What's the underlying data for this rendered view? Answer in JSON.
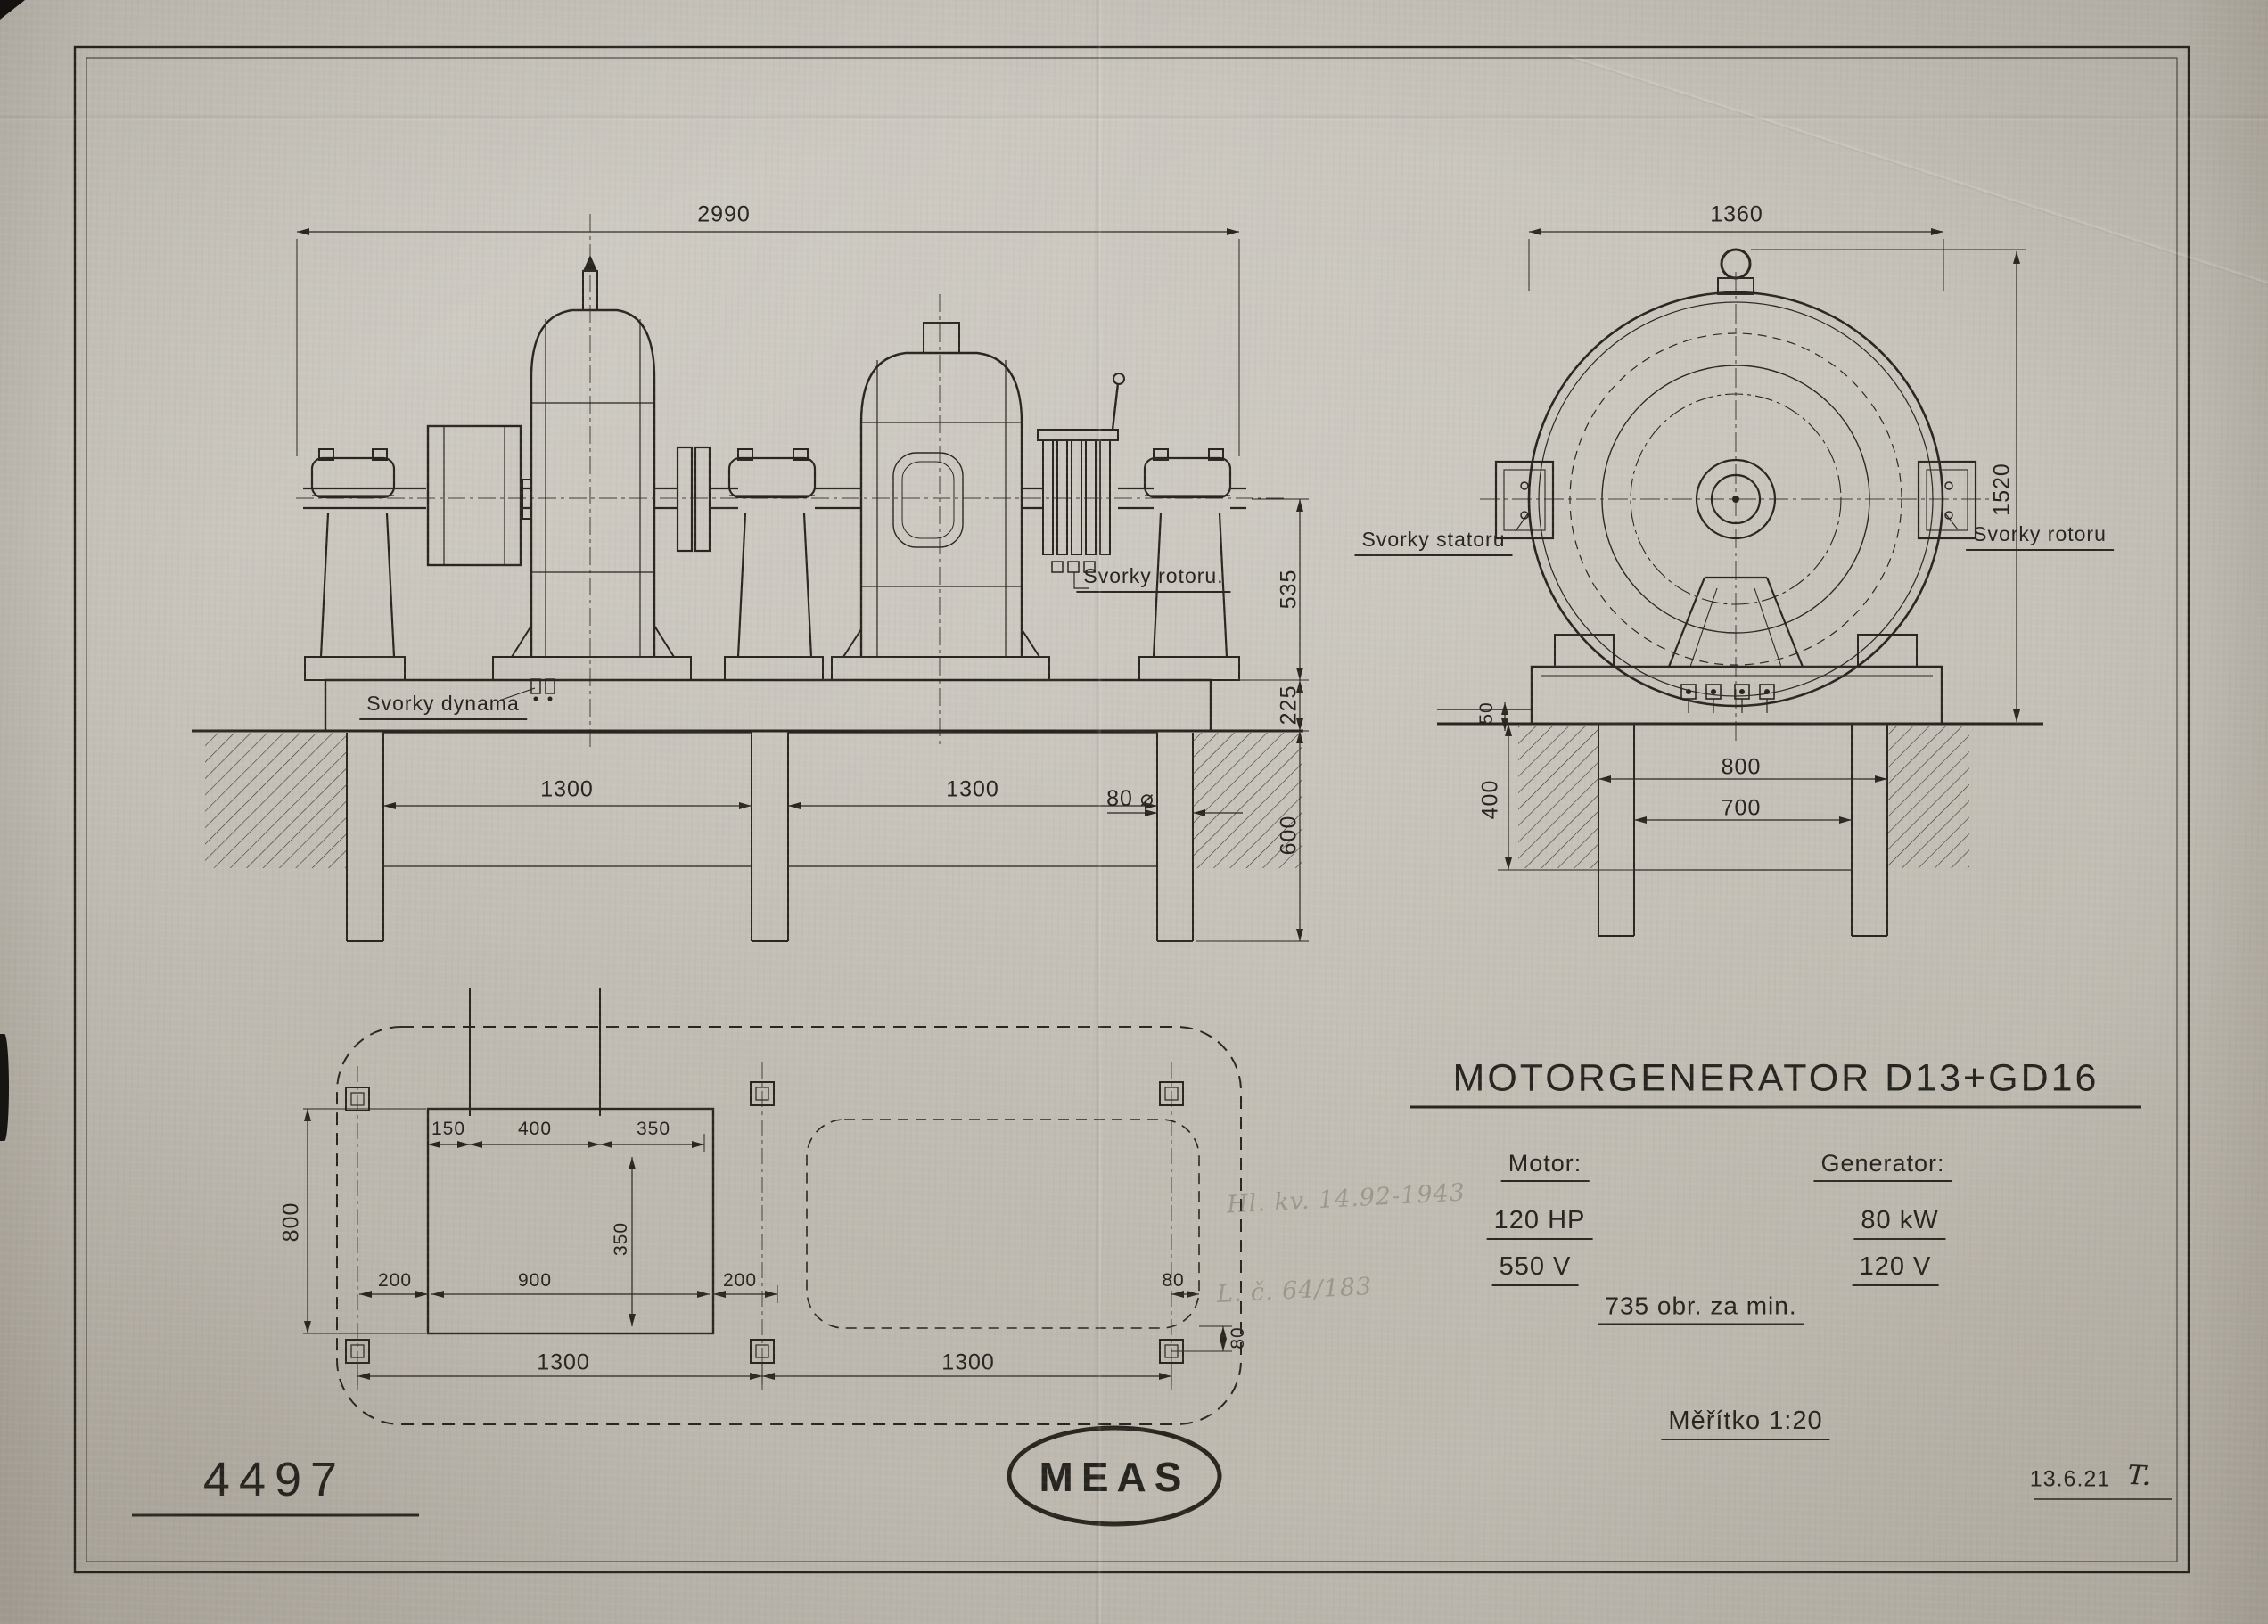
{
  "side_view": {
    "dim_overall": "2990",
    "dim_shaft_height": "535",
    "dim_base_thickness": "225",
    "dim_foundation_depth": "600",
    "dim_bolt": "80 ⌀",
    "dim_span_left": "1300",
    "dim_span_right": "1300",
    "label_rotor_terminals": "Svorky rotoru.",
    "label_dynamo_terminals": "Svorky dynama"
  },
  "end_view": {
    "dim_width": "1360",
    "dim_height": "1520",
    "dim_grout": "50",
    "dim_foundation_depth": "400",
    "dim_base_width": "800",
    "dim_foundation_width": "700",
    "label_stator_terminals": "Svorky statoru",
    "label_rotor_terminals": "Svorky rotoru"
  },
  "plan_view": {
    "dim_150": "150",
    "dim_400": "400",
    "dim_350_h": "350",
    "dim_350_v": "350",
    "dim_800": "800",
    "dim_200_l": "200",
    "dim_900": "900",
    "dim_200_r": "200",
    "dim_80_h": "80",
    "dim_1300_l": "1300",
    "dim_1300_r": "1300",
    "dim_80_v": "80",
    "stamp_line1": "Hl. kv. 14.92-1943",
    "stamp_line2": "L. č. 64/183"
  },
  "title_block": {
    "title": "MOTORGENERATOR D13+GD16",
    "motor_label": "Motor:",
    "motor_power": "120 HP",
    "motor_voltage": "550 V",
    "generator_label": "Generator:",
    "generator_power": "80 kW",
    "generator_voltage": "120 V",
    "speed": "735 obr. za min.",
    "scale_label": "Měřítko 1:20",
    "drawing_number": "4497",
    "logo_text": "MEAS",
    "date": "13.6.21",
    "date_initials": "T."
  },
  "colors": {
    "paper": "#c6c2b9",
    "ink": "#29261f"
  }
}
